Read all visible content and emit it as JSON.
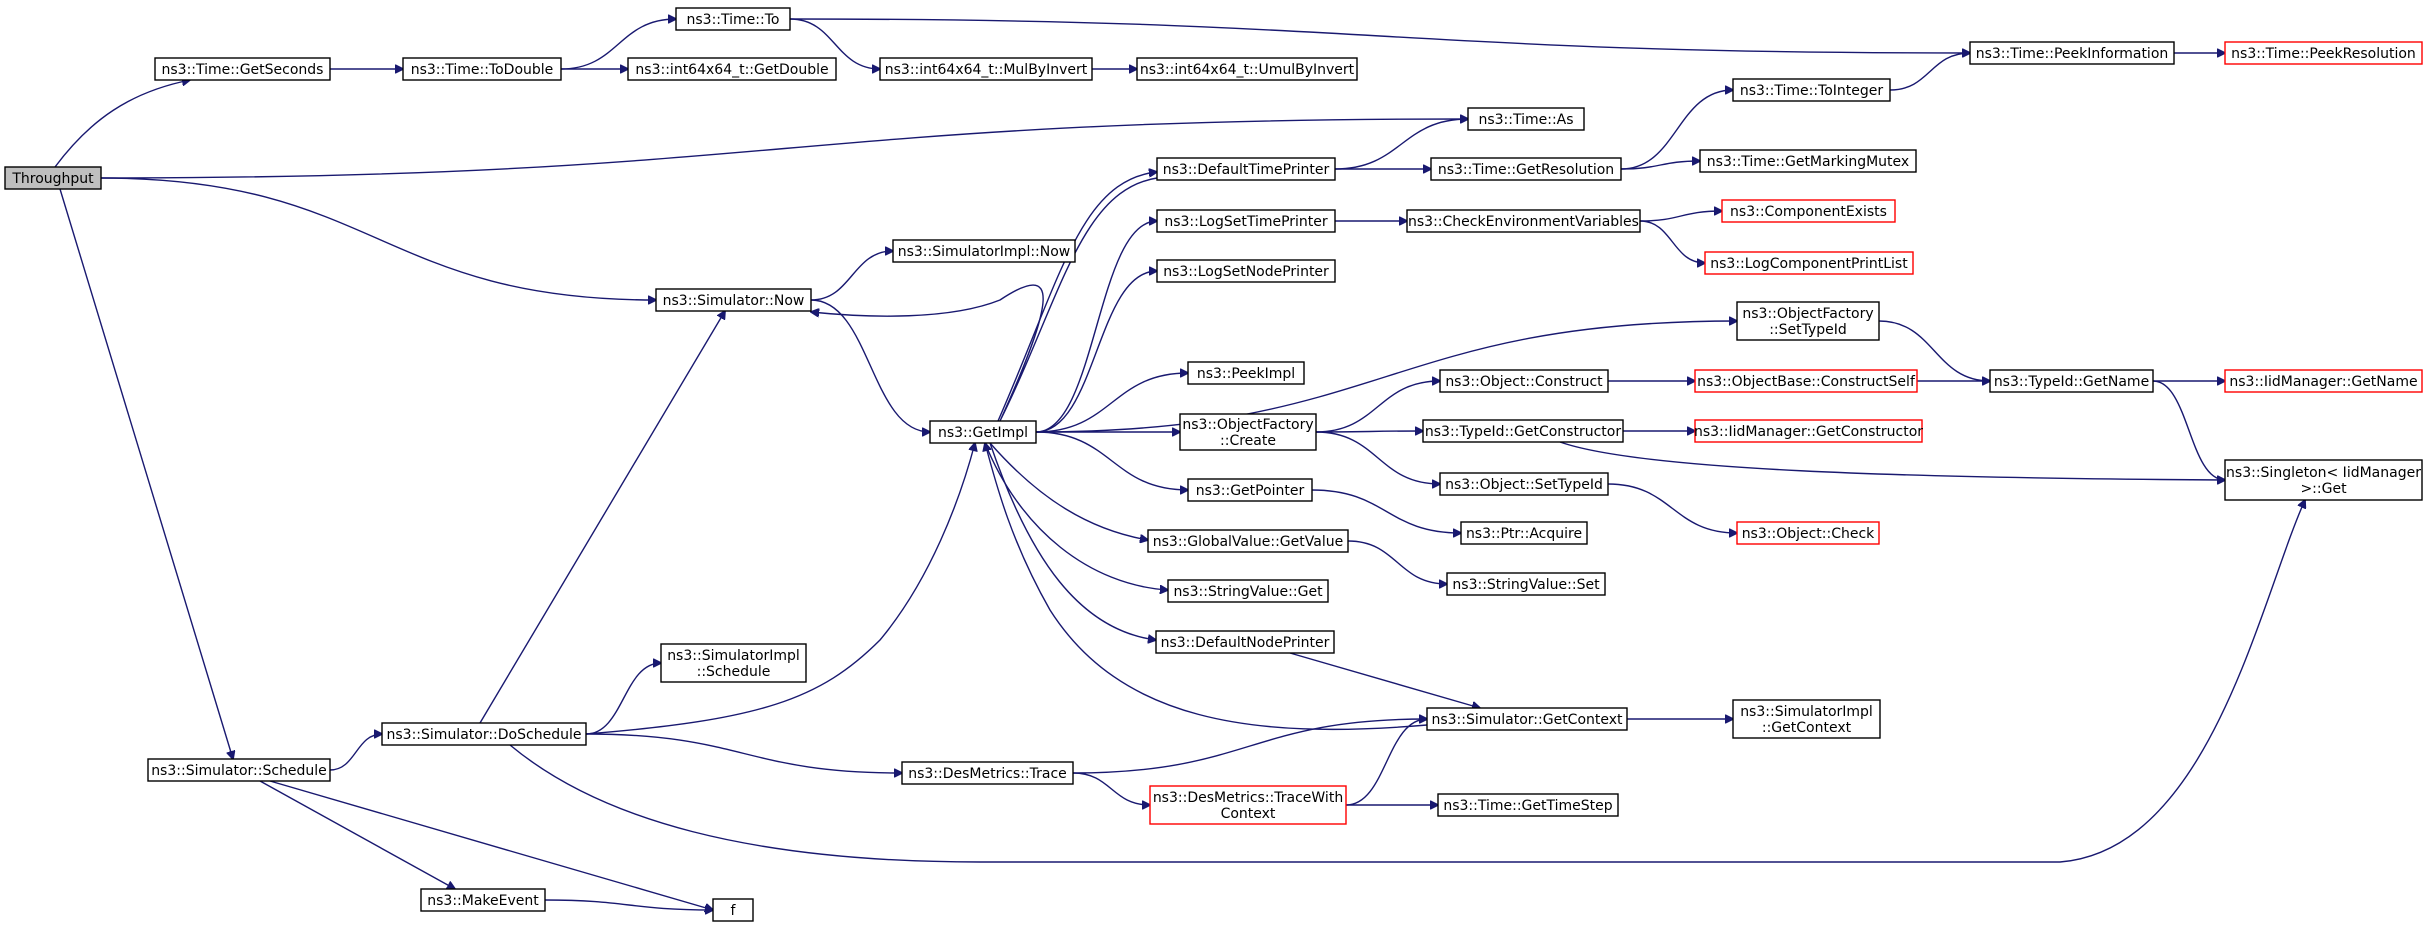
{
  "graph": {
    "colors": {
      "edge": "#191970",
      "node_border": "#000000",
      "incomplete_border": "#ff0000",
      "root_fill": "#bfbfbf"
    },
    "nodes": [
      {
        "id": "throughput",
        "lines": [
          "Throughput"
        ],
        "status": "root"
      },
      {
        "id": "time-getseconds",
        "lines": [
          "ns3::Time::GetSeconds"
        ]
      },
      {
        "id": "time-todouble",
        "lines": [
          "ns3::Time::ToDouble"
        ]
      },
      {
        "id": "time-to",
        "lines": [
          "ns3::Time::To"
        ]
      },
      {
        "id": "int64-getdouble",
        "lines": [
          "ns3::int64x64_t::GetDouble"
        ]
      },
      {
        "id": "int64-mulbyinvert",
        "lines": [
          "ns3::int64x64_t::MulByInvert"
        ]
      },
      {
        "id": "int64-umulbyinvert",
        "lines": [
          "ns3::int64x64_t::UmulByInvert"
        ]
      },
      {
        "id": "time-peekinformation",
        "lines": [
          "ns3::Time::PeekInformation"
        ]
      },
      {
        "id": "time-peekresolution",
        "lines": [
          "ns3::Time::PeekResolution"
        ],
        "status": "incomplete"
      },
      {
        "id": "time-as",
        "lines": [
          "ns3::Time::As"
        ]
      },
      {
        "id": "time-tointeger",
        "lines": [
          "ns3::Time::ToInteger"
        ]
      },
      {
        "id": "default-time-printer",
        "lines": [
          "ns3::DefaultTimePrinter"
        ]
      },
      {
        "id": "time-getresolution",
        "lines": [
          "ns3::Time::GetResolution"
        ]
      },
      {
        "id": "time-getmarkingmutex",
        "lines": [
          "ns3::Time::GetMarkingMutex"
        ]
      },
      {
        "id": "logset-timeprinter",
        "lines": [
          "ns3::LogSetTimePrinter"
        ]
      },
      {
        "id": "check-env-vars",
        "lines": [
          "ns3::CheckEnvironmentVariables"
        ]
      },
      {
        "id": "component-exists",
        "lines": [
          "ns3::ComponentExists"
        ],
        "status": "incomplete"
      },
      {
        "id": "log-component-printlist",
        "lines": [
          "ns3::LogComponentPrintList"
        ],
        "status": "incomplete"
      },
      {
        "id": "simimpl-now",
        "lines": [
          "ns3::SimulatorImpl::Now"
        ]
      },
      {
        "id": "logset-nodeprinter",
        "lines": [
          "ns3::LogSetNodePrinter"
        ]
      },
      {
        "id": "simulator-now",
        "lines": [
          "ns3::Simulator::Now"
        ]
      },
      {
        "id": "objectfactory-settypeid",
        "lines": [
          "ns3::ObjectFactory",
          "::SetTypeId"
        ]
      },
      {
        "id": "peekimpl",
        "lines": [
          "ns3::PeekImpl"
        ]
      },
      {
        "id": "object-construct",
        "lines": [
          "ns3::Object::Construct"
        ]
      },
      {
        "id": "objectbase-constructself",
        "lines": [
          "ns3::ObjectBase::ConstructSelf"
        ],
        "status": "incomplete"
      },
      {
        "id": "typeid-getname",
        "lines": [
          "ns3::TypeId::GetName"
        ]
      },
      {
        "id": "iidmanager-getname",
        "lines": [
          "ns3::IidManager::GetName"
        ],
        "status": "incomplete"
      },
      {
        "id": "getimpl",
        "lines": [
          "ns3::GetImpl"
        ]
      },
      {
        "id": "objectfactory-create",
        "lines": [
          "ns3::ObjectFactory",
          "::Create"
        ]
      },
      {
        "id": "typeid-getconstructor",
        "lines": [
          "ns3::TypeId::GetConstructor"
        ]
      },
      {
        "id": "iidmanager-getconstructor",
        "lines": [
          "ns3::IidManager::GetConstructor"
        ],
        "status": "incomplete"
      },
      {
        "id": "singleton-get",
        "lines": [
          "ns3::Singleton< IidManager",
          ">::Get"
        ]
      },
      {
        "id": "object-settypeid",
        "lines": [
          "ns3::Object::SetTypeId"
        ]
      },
      {
        "id": "getpointer",
        "lines": [
          "ns3::GetPointer"
        ]
      },
      {
        "id": "object-check",
        "lines": [
          "ns3::Object::Check"
        ],
        "status": "incomplete"
      },
      {
        "id": "ptr-acquire",
        "lines": [
          "ns3::Ptr::Acquire"
        ]
      },
      {
        "id": "globalvalue-getvalue",
        "lines": [
          "ns3::GlobalValue::GetValue"
        ]
      },
      {
        "id": "stringvalue-set",
        "lines": [
          "ns3::StringValue::Set"
        ]
      },
      {
        "id": "stringvalue-get",
        "lines": [
          "ns3::StringValue::Get"
        ]
      },
      {
        "id": "default-node-printer",
        "lines": [
          "ns3::DefaultNodePrinter"
        ]
      },
      {
        "id": "simimpl-schedule",
        "lines": [
          "ns3::SimulatorImpl",
          "::Schedule"
        ]
      },
      {
        "id": "simulator-getcontext",
        "lines": [
          "ns3::Simulator::GetContext"
        ]
      },
      {
        "id": "simimpl-getcontext",
        "lines": [
          "ns3::SimulatorImpl",
          "::GetContext"
        ]
      },
      {
        "id": "simulator-doschedule",
        "lines": [
          "ns3::Simulator::DoSchedule"
        ]
      },
      {
        "id": "simulator-schedule",
        "lines": [
          "ns3::Simulator::Schedule"
        ]
      },
      {
        "id": "desmetrics-trace",
        "lines": [
          "ns3::DesMetrics::Trace"
        ]
      },
      {
        "id": "desmetrics-tracewithcontext",
        "lines": [
          "ns3::DesMetrics::TraceWith",
          "Context"
        ],
        "status": "incomplete"
      },
      {
        "id": "time-gettimestep",
        "lines": [
          "ns3::Time::GetTimeStep"
        ]
      },
      {
        "id": "makeevent",
        "lines": [
          "ns3::MakeEvent"
        ]
      },
      {
        "id": "f",
        "lines": [
          "f"
        ]
      }
    ],
    "edges": [
      [
        "throughput",
        "time-getseconds"
      ],
      [
        "throughput",
        "time-as"
      ],
      [
        "throughput",
        "simulator-now"
      ],
      [
        "throughput",
        "simulator-schedule"
      ],
      [
        "time-getseconds",
        "time-todouble"
      ],
      [
        "time-todouble",
        "time-to"
      ],
      [
        "time-todouble",
        "int64-getdouble"
      ],
      [
        "time-to",
        "int64-mulbyinvert"
      ],
      [
        "time-to",
        "time-peekinformation"
      ],
      [
        "int64-mulbyinvert",
        "int64-umulbyinvert"
      ],
      [
        "time-peekinformation",
        "time-peekresolution"
      ],
      [
        "time-tointeger",
        "time-peekinformation"
      ],
      [
        "default-time-printer",
        "time-as"
      ],
      [
        "default-time-printer",
        "time-getresolution"
      ],
      [
        "time-getresolution",
        "time-tointeger"
      ],
      [
        "time-getresolution",
        "time-getmarkingmutex"
      ],
      [
        "logset-timeprinter",
        "check-env-vars"
      ],
      [
        "check-env-vars",
        "component-exists"
      ],
      [
        "check-env-vars",
        "log-component-printlist"
      ],
      [
        "simulator-now",
        "simimpl-now"
      ],
      [
        "simulator-now",
        "getimpl"
      ],
      [
        "getimpl",
        "simulator-now"
      ],
      [
        "getimpl",
        "default-time-printer"
      ],
      [
        "getimpl",
        "logset-timeprinter"
      ],
      [
        "getimpl",
        "logset-nodeprinter"
      ],
      [
        "getimpl",
        "objectfactory-settypeid"
      ],
      [
        "getimpl",
        "peekimpl"
      ],
      [
        "getimpl",
        "objectfactory-create"
      ],
      [
        "getimpl",
        "getpointer"
      ],
      [
        "getimpl",
        "globalvalue-getvalue"
      ],
      [
        "getimpl",
        "stringvalue-get"
      ],
      [
        "getimpl",
        "default-node-printer"
      ],
      [
        "objectfactory-settypeid",
        "typeid-getname"
      ],
      [
        "objectfactory-create",
        "object-construct"
      ],
      [
        "objectfactory-create",
        "typeid-getconstructor"
      ],
      [
        "objectfactory-create",
        "object-settypeid"
      ],
      [
        "object-construct",
        "objectbase-constructself"
      ],
      [
        "objectbase-constructself",
        "typeid-getname"
      ],
      [
        "typeid-getname",
        "iidmanager-getname"
      ],
      [
        "typeid-getname",
        "singleton-get"
      ],
      [
        "typeid-getconstructor",
        "iidmanager-getconstructor"
      ],
      [
        "typeid-getconstructor",
        "singleton-get"
      ],
      [
        "object-settypeid",
        "object-check"
      ],
      [
        "getpointer",
        "ptr-acquire"
      ],
      [
        "globalvalue-getvalue",
        "stringvalue-set"
      ],
      [
        "default-node-printer",
        "simulator-getcontext"
      ],
      [
        "simulator-getcontext",
        "simimpl-getcontext"
      ],
      [
        "simulator-getcontext",
        "getimpl"
      ],
      [
        "simulator-schedule",
        "simulator-doschedule"
      ],
      [
        "simulator-schedule",
        "makeevent"
      ],
      [
        "simulator-schedule",
        "f"
      ],
      [
        "simulator-doschedule",
        "simulator-now"
      ],
      [
        "simulator-doschedule",
        "simimpl-schedule"
      ],
      [
        "simulator-doschedule",
        "getimpl"
      ],
      [
        "simulator-doschedule",
        "desmetrics-trace"
      ],
      [
        "simulator-doschedule",
        "singleton-get"
      ],
      [
        "desmetrics-trace",
        "simulator-getcontext"
      ],
      [
        "desmetrics-trace",
        "desmetrics-tracewithcontext"
      ],
      [
        "desmetrics-tracewithcontext",
        "simulator-getcontext"
      ],
      [
        "desmetrics-tracewithcontext",
        "time-gettimestep"
      ],
      [
        "makeevent",
        "f"
      ]
    ]
  }
}
